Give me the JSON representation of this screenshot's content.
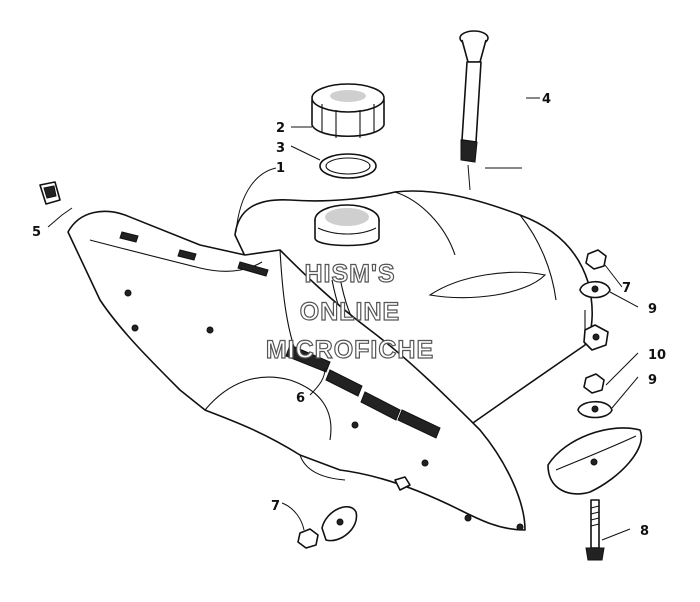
{
  "diagram": {
    "callouts": [
      {
        "id": "c1",
        "label": "1"
      },
      {
        "id": "c2",
        "label": "2"
      },
      {
        "id": "c3",
        "label": "3"
      },
      {
        "id": "c4",
        "label": "4"
      },
      {
        "id": "c5",
        "label": "5"
      },
      {
        "id": "c6",
        "label": "6"
      },
      {
        "id": "c7a",
        "label": "7"
      },
      {
        "id": "c7b",
        "label": "7"
      },
      {
        "id": "c8",
        "label": "8"
      },
      {
        "id": "c9a",
        "label": "9"
      },
      {
        "id": "c9b",
        "label": "9"
      },
      {
        "id": "c10",
        "label": "10"
      }
    ]
  },
  "watermark": {
    "line1": "HISM'S",
    "line2": "ONLINE",
    "line3": "MICROFICHE"
  }
}
